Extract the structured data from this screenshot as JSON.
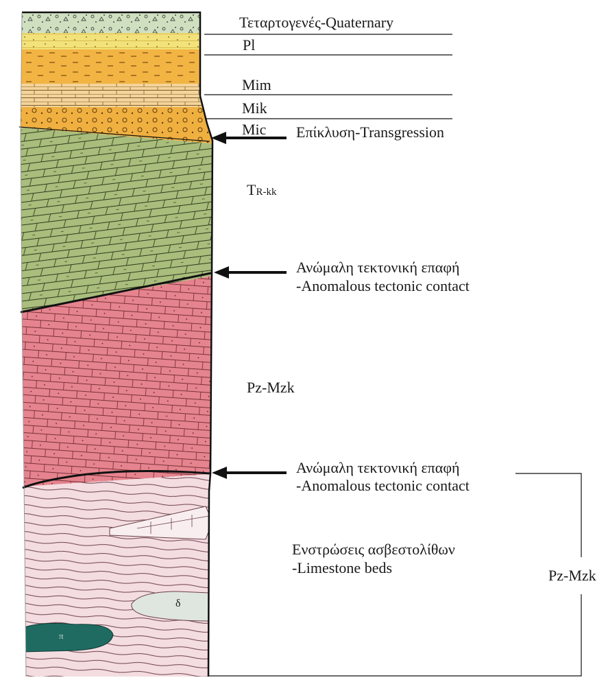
{
  "column": {
    "units": [
      {
        "label": "Τεταρτογενές-Quaternary",
        "color": "#cfe0c0"
      },
      {
        "label": "Pl",
        "color": "#f3e27a"
      },
      {
        "label": "Mim",
        "color": "#f2b443"
      },
      {
        "label": "Mik",
        "color": "#f4d49a"
      },
      {
        "label": "Mic",
        "color": "#f0b040"
      }
    ],
    "formations": [
      {
        "symbol_main": "T",
        "symbol_sub": "R-kk",
        "color": "#a9bd7c"
      },
      {
        "symbol_main": "Pz-Mzk",
        "color": "#e5848e"
      },
      {
        "lens_symbol": "δ",
        "lens_color": "#dfe6df"
      },
      {
        "lens_symbol": "π",
        "lens_color": "#1f6b61",
        "color": "#f4dde1"
      }
    ]
  },
  "annotations": {
    "transgression": "Επίκλυση-Transgression",
    "contact_gr": "Ανώμαλη τεκτονική επαφή",
    "contact_en": "-Anomalous tectonic contact",
    "limestone_gr": "Ενστρώσεις ασβεστολίθων",
    "limestone_en": "-Limestone beds",
    "bracket_label": "Pz-Mzk"
  }
}
